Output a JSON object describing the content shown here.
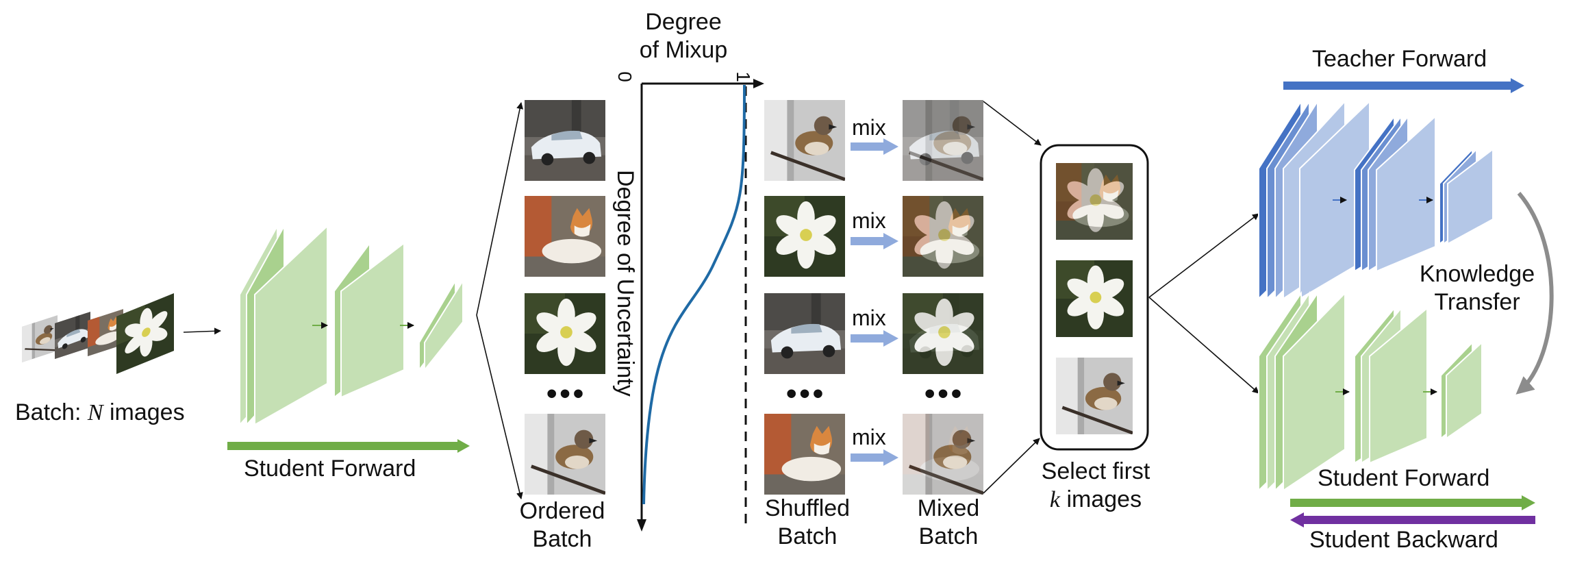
{
  "labels": {
    "batch_prefix": "Batch: ",
    "batch_var": "N",
    "batch_suffix": " images",
    "student_forward_left": "Student Forward",
    "ordered_line1": "Ordered",
    "ordered_line2": "Batch",
    "degree_mixup_line1": "Degree",
    "degree_mixup_line2": "of Mixup",
    "axis_zero": "0",
    "axis_one": "1",
    "degree_uncertainty": "Degree of Uncertainty",
    "mix": "mix",
    "shuffled_line1": "Shuffled",
    "shuffled_line2": "Batch",
    "mixed_line1": "Mixed",
    "mixed_line2": "Batch",
    "select_line1": "Select first",
    "select_var": "k",
    "select_suffix": " images",
    "teacher_forward": "Teacher Forward",
    "knowledge_line1": "Knowledge",
    "knowledge_line2": "Transfer",
    "student_forward_right": "Student Forward",
    "student_backward": "Student Backward",
    "ellipsis": "•••"
  },
  "colors": {
    "student_green": "#70ad47",
    "teacher_blue": "#4472c4",
    "backward_purple": "#7030a0",
    "mix_arrow": "#8faadc",
    "curve": "#1f6aa5",
    "knowledge_arrow": "#8c8c8c"
  },
  "images": {
    "ordered": [
      "car-photo",
      "cat-photo",
      "flower-photo",
      "bird-photo"
    ],
    "shuffled": [
      "bird-photo",
      "flower-photo",
      "car-photo",
      "cat-photo"
    ],
    "mixed": [
      "bird-car-mix-photo",
      "flower-cat-mix-photo",
      "car-flower-mix-photo",
      "cat-bird-mix-photo"
    ],
    "selected": [
      "flower-cat-mix-photo",
      "flower-photo",
      "bird-photo"
    ]
  }
}
